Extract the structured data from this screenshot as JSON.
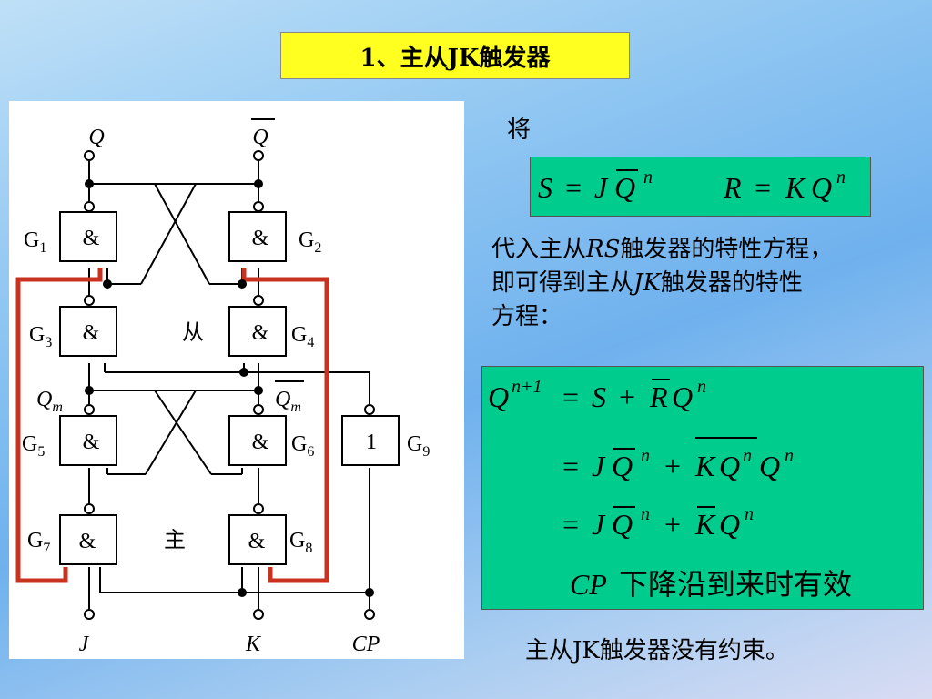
{
  "title": "1、主从JK触发器",
  "diagram": {
    "output_q": "Q",
    "output_qbar": "Q",
    "gates": [
      {
        "id": "G1",
        "sym": "&"
      },
      {
        "id": "G2",
        "sym": "&"
      },
      {
        "id": "G3",
        "sym": "&"
      },
      {
        "id": "G4",
        "sym": "&"
      },
      {
        "id": "G5",
        "sym": "&"
      },
      {
        "id": "G6",
        "sym": "&"
      },
      {
        "id": "G7",
        "sym": "&"
      },
      {
        "id": "G8",
        "sym": "&"
      },
      {
        "id": "G9",
        "sym": "1"
      }
    ],
    "gate_label_letter": "G",
    "gate_label_subs": [
      "1",
      "2",
      "3",
      "4",
      "5",
      "6",
      "7",
      "8",
      "9"
    ],
    "slave_label": "从",
    "master_label": "主",
    "qm_label": "Q",
    "qm_sub": "m",
    "inputs": [
      "J",
      "K",
      "CP"
    ]
  },
  "intro_word": "将",
  "sr_equations": {
    "s_lhs": "S",
    "r_lhs": "R",
    "equals": "=",
    "j": "J",
    "k": "K",
    "q": "Q",
    "n": "n"
  },
  "paragraph": {
    "line1_pre": "代入主从",
    "line1_rs": "RS",
    "line1_post": "触发器的特性方程，",
    "line2_pre": "即可得到主从",
    "line2_jk": "JK",
    "line2_post": "触发器的特性",
    "line3": "方程："
  },
  "char_equation": {
    "q_next": "Q",
    "sup_next": "n+1",
    "sup_n": "n",
    "row1_rhs_s": "S",
    "plus": "+",
    "r_bar": "R",
    "j": "J",
    "k": "K",
    "equals": "=",
    "note_cp": "CP",
    "note_text": "下降沿到来时有效"
  },
  "bottom_note": "主从JK触发器没有约束。"
}
